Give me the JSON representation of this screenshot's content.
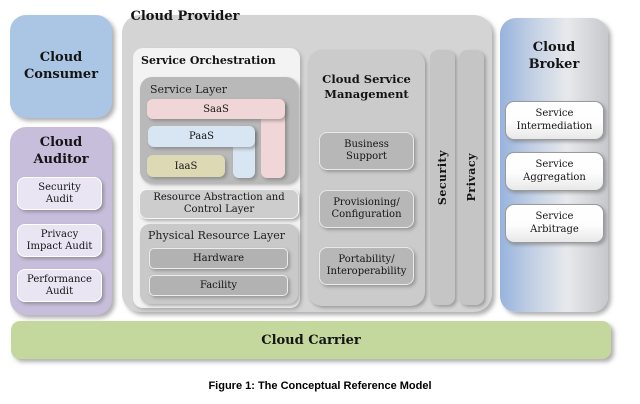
{
  "figure_caption": "Figure 1: The Conceptual Reference Model",
  "consumer": {
    "title": "Cloud\nConsumer"
  },
  "auditor": {
    "title": "Cloud\nAuditor",
    "items": [
      "Security\nAudit",
      "Privacy\nImpact Audit",
      "Performance\nAudit"
    ]
  },
  "provider": {
    "title": "Cloud Provider",
    "orchestration": {
      "title": "Service Orchestration",
      "service_layer": {
        "title": "Service Layer",
        "saas": "SaaS",
        "paas": "PaaS",
        "iaas": "IaaS"
      },
      "resource_abstraction": "Resource Abstraction and\nControl Layer",
      "physical": {
        "title": "Physical Resource Layer",
        "items": [
          "Hardware",
          "Facility"
        ]
      }
    },
    "management": {
      "title": "Cloud Service\nManagement",
      "items": [
        "Business\nSupport",
        "Provisioning/\nConfiguration",
        "Portability/\nInteroperability"
      ]
    },
    "security_label": "Security",
    "privacy_label": "Privacy"
  },
  "broker": {
    "title": "Cloud\nBroker",
    "items": [
      "Service\nIntermediation",
      "Service\nAggregation",
      "Service\nArbitrage"
    ]
  },
  "carrier": {
    "title": "Cloud Carrier"
  },
  "colors": {
    "consumer_blue": "#abc6e4",
    "auditor_purple": "#c7bedb",
    "audit_item_lavender": "#e9e5f3",
    "provider_gray": "#d4d4d4",
    "orchestration_panel": "#f3f3f3",
    "service_layer_gray": "#b9b9b9",
    "saas_pink": "#f0d6d6",
    "paas_blue": "#d8e5f3",
    "iaas_tan": "#ddd9b5",
    "management_gray": "#cbcbcb",
    "broker_blue": "#97b3de",
    "carrier_green": "#c4d79d"
  }
}
